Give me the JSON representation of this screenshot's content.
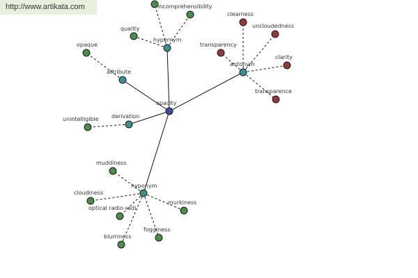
{
  "watermark": "http://www.artikata.com",
  "colors": {
    "root": "#3d4f9c",
    "relation": "#3f8f8f",
    "word_green": "#4f8a4f",
    "word_red": "#8f3b3b",
    "edge": "#111111",
    "watermark_bg": "#e8f0dd"
  },
  "graph": {
    "root": "opacity",
    "relations": [
      {
        "id": "hypernym",
        "label": "hypernym",
        "terms": [
          {
            "id": "hyper-top",
            "label": "",
            "color": "green"
          },
          {
            "id": "incomprehensibility",
            "label": "incomprehensibility",
            "color": "green"
          },
          {
            "id": "quality",
            "label": "quality",
            "color": "green"
          }
        ]
      },
      {
        "id": "antonym",
        "label": "antonym",
        "terms": [
          {
            "id": "clearness",
            "label": "clearness",
            "color": "red"
          },
          {
            "id": "uncloudedness",
            "label": "uncloudedness",
            "color": "red"
          },
          {
            "id": "transparency",
            "label": "transparency",
            "color": "red"
          },
          {
            "id": "clarity",
            "label": "clarity",
            "color": "red"
          },
          {
            "id": "transparence",
            "label": "transparence",
            "color": "red"
          }
        ]
      },
      {
        "id": "attribute",
        "label": "attribute",
        "terms": [
          {
            "id": "opaque",
            "label": "opaque",
            "color": "green"
          }
        ]
      },
      {
        "id": "derivation",
        "label": "derivation",
        "terms": [
          {
            "id": "unintelligible",
            "label": "unintelligible",
            "color": "green"
          }
        ]
      },
      {
        "id": "hyponym",
        "label": "hyponym",
        "terms": [
          {
            "id": "muddiness",
            "label": "muddiness",
            "color": "green"
          },
          {
            "id": "cloudiness",
            "label": "cloudiness",
            "color": "green"
          },
          {
            "id": "optical-radio-radi",
            "label": "optical radio-radi",
            "color": "green"
          },
          {
            "id": "murkiness",
            "label": "murkiness",
            "color": "green"
          },
          {
            "id": "blurriness",
            "label": "blurriness",
            "color": "green"
          },
          {
            "id": "fogginess",
            "label": "fogginess",
            "color": "green"
          }
        ]
      }
    ]
  }
}
